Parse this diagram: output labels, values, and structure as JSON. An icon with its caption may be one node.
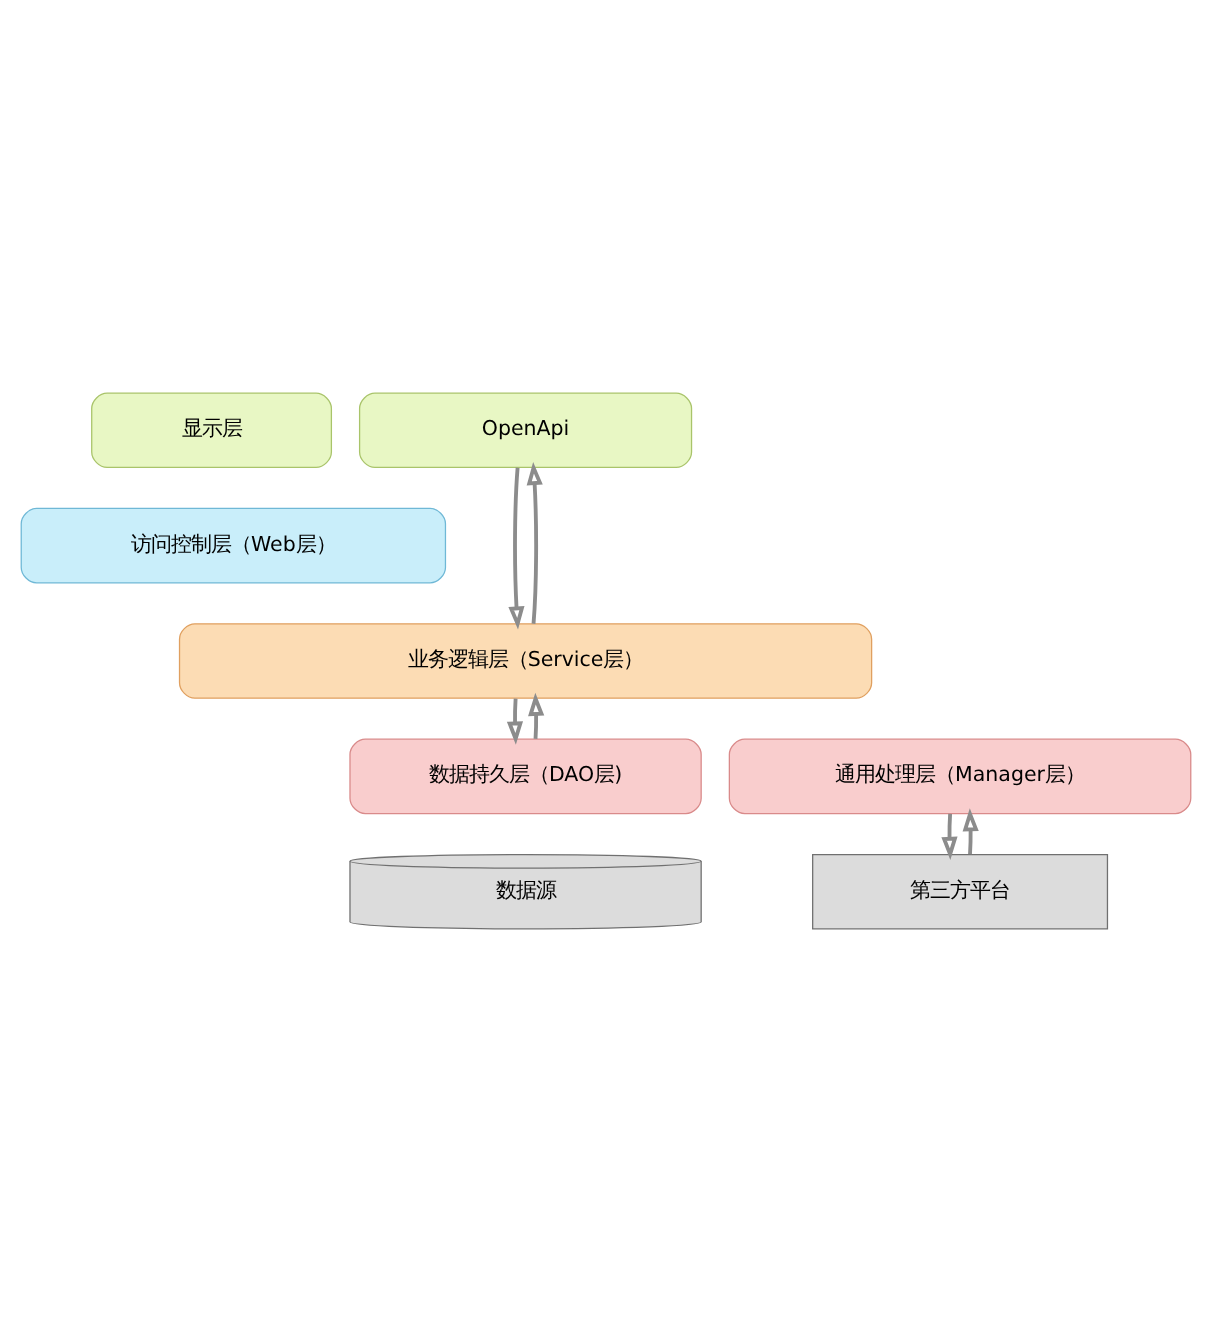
{
  "diagram": {
    "nodes": [
      {
        "text": [
          "显示层"
        ]
      },
      {
        "text": [
          "OpenApi"
        ]
      },
      {
        "text": [
          "访问控制层（Web层）"
        ]
      },
      {
        "text": [
          "业务逻辑层（Service层）"
        ]
      },
      {
        "text": [
          "通用处理层（Manager层）"
        ]
      },
      {
        "text": [
          "数据持久层（DAO层)"
        ]
      },
      {
        "text": [
          "数据源"
        ]
      },
      {
        "text": [
          "第三方平台"
        ]
      }
    ],
    "edges": [
      {
        "from": 1,
        "to": 3,
        "arrow": "to"
      },
      {
        "from": 3,
        "to": 1,
        "arrow": "to"
      },
      {
        "from": 3,
        "to": 5,
        "arrow": "to"
      },
      {
        "from": 5,
        "to": 3,
        "arrow": "to"
      },
      {
        "from": 4,
        "to": 7,
        "arrow": "to"
      },
      {
        "from": 7,
        "to": 4,
        "arrow": "to"
      }
    ]
  }
}
